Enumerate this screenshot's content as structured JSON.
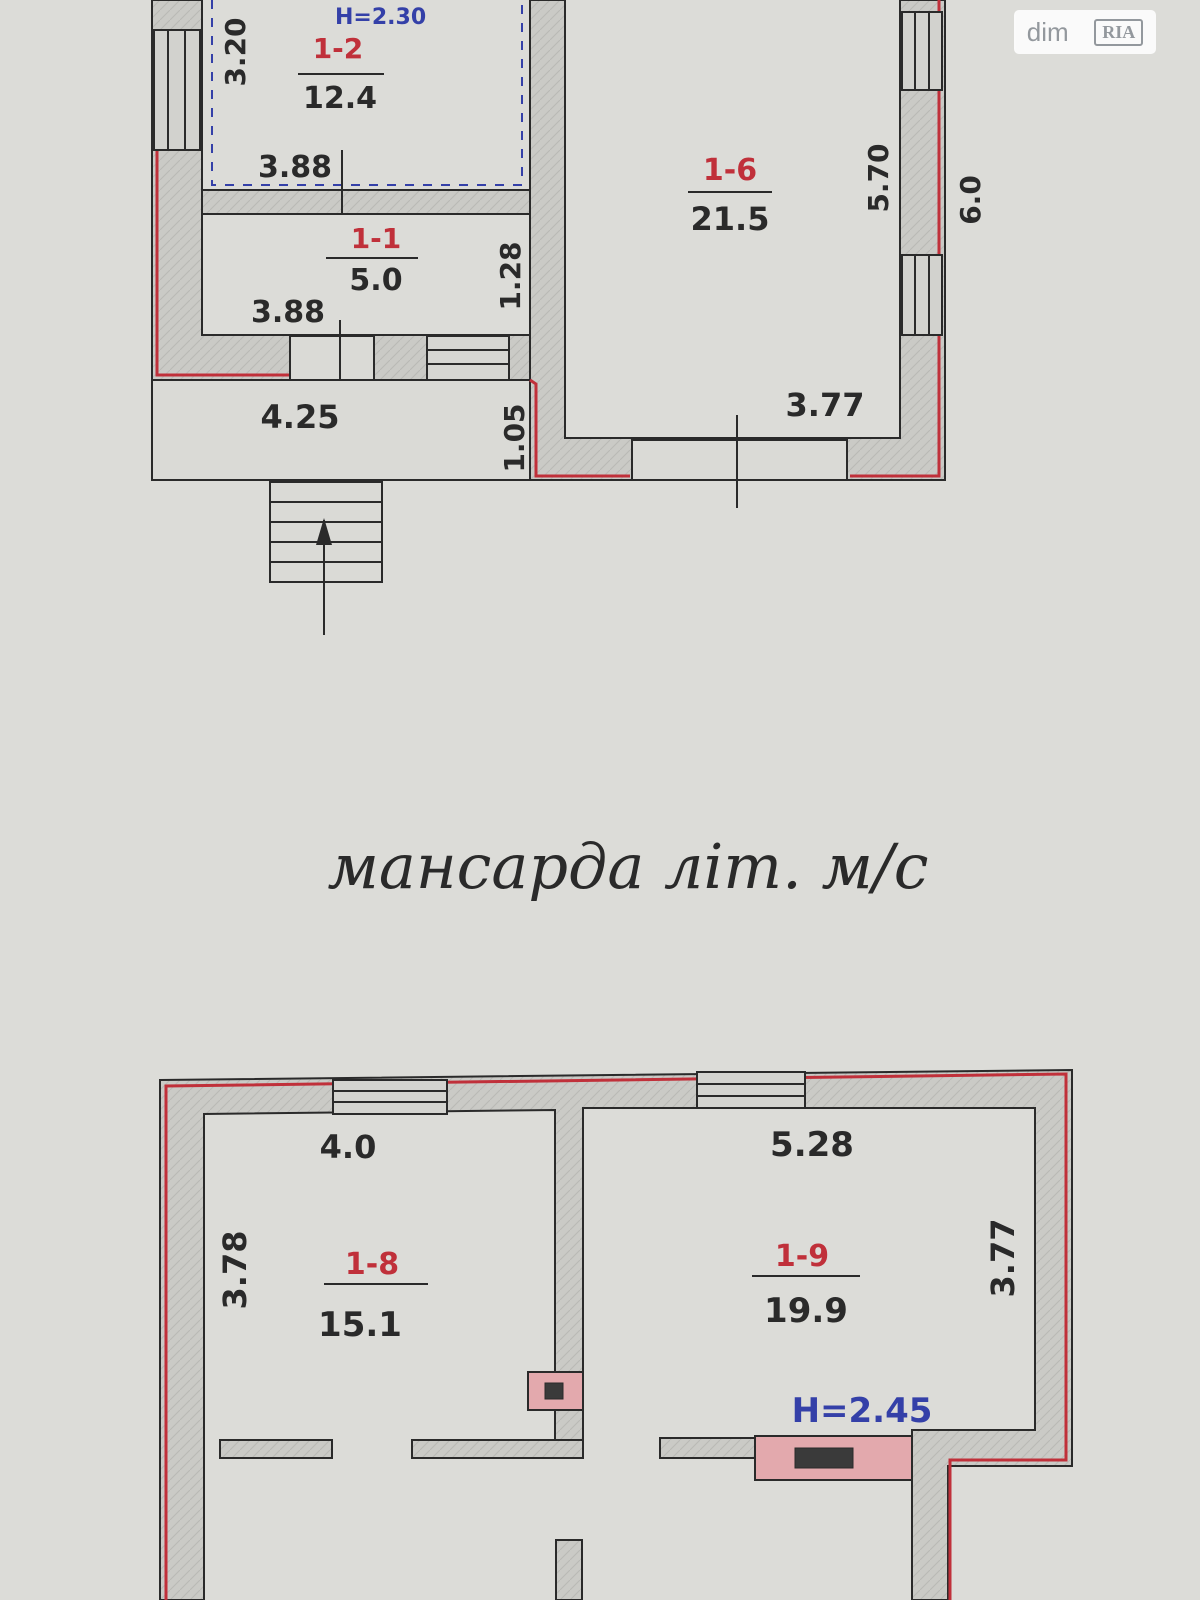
{
  "watermark": {
    "site": "dim",
    "brand": "RIA"
  },
  "plan_top": {
    "partial_top_label_left": "H=2.30",
    "rooms": [
      {
        "num": "1-2",
        "area": "12.4"
      },
      {
        "num": "1-1",
        "area": "5.0"
      },
      {
        "num": "1-6",
        "area": "21.5"
      }
    ],
    "dimensions": {
      "d_3_20": "3.20",
      "d_3_88_a": "3.88",
      "d_3_88_b": "3.88",
      "d_1_28": "1.28",
      "d_4_25": "4.25",
      "d_1_05": "1.05",
      "d_5_70": "5.70",
      "d_6_0": "6.0",
      "d_3_77": "3.77"
    }
  },
  "heading": "мансарда літ. м/с",
  "plan_bottom": {
    "rooms": [
      {
        "num": "1-8",
        "area": "15.1"
      },
      {
        "num": "1-9",
        "area": "19.9"
      }
    ],
    "dimensions": {
      "d_4_0": "4.0",
      "d_5_28": "5.28",
      "d_3_78": "3.78",
      "d_3_77": "3.77"
    },
    "height_note": "H=2.45"
  },
  "colors": {
    "paper": "#dcdcd8",
    "wall_fill": "#c9c9c5",
    "line": "#2a2a2a",
    "outer_red": "#c0303a",
    "chimney_pink": "#e3a9ad",
    "note_blue": "#3440a8"
  }
}
